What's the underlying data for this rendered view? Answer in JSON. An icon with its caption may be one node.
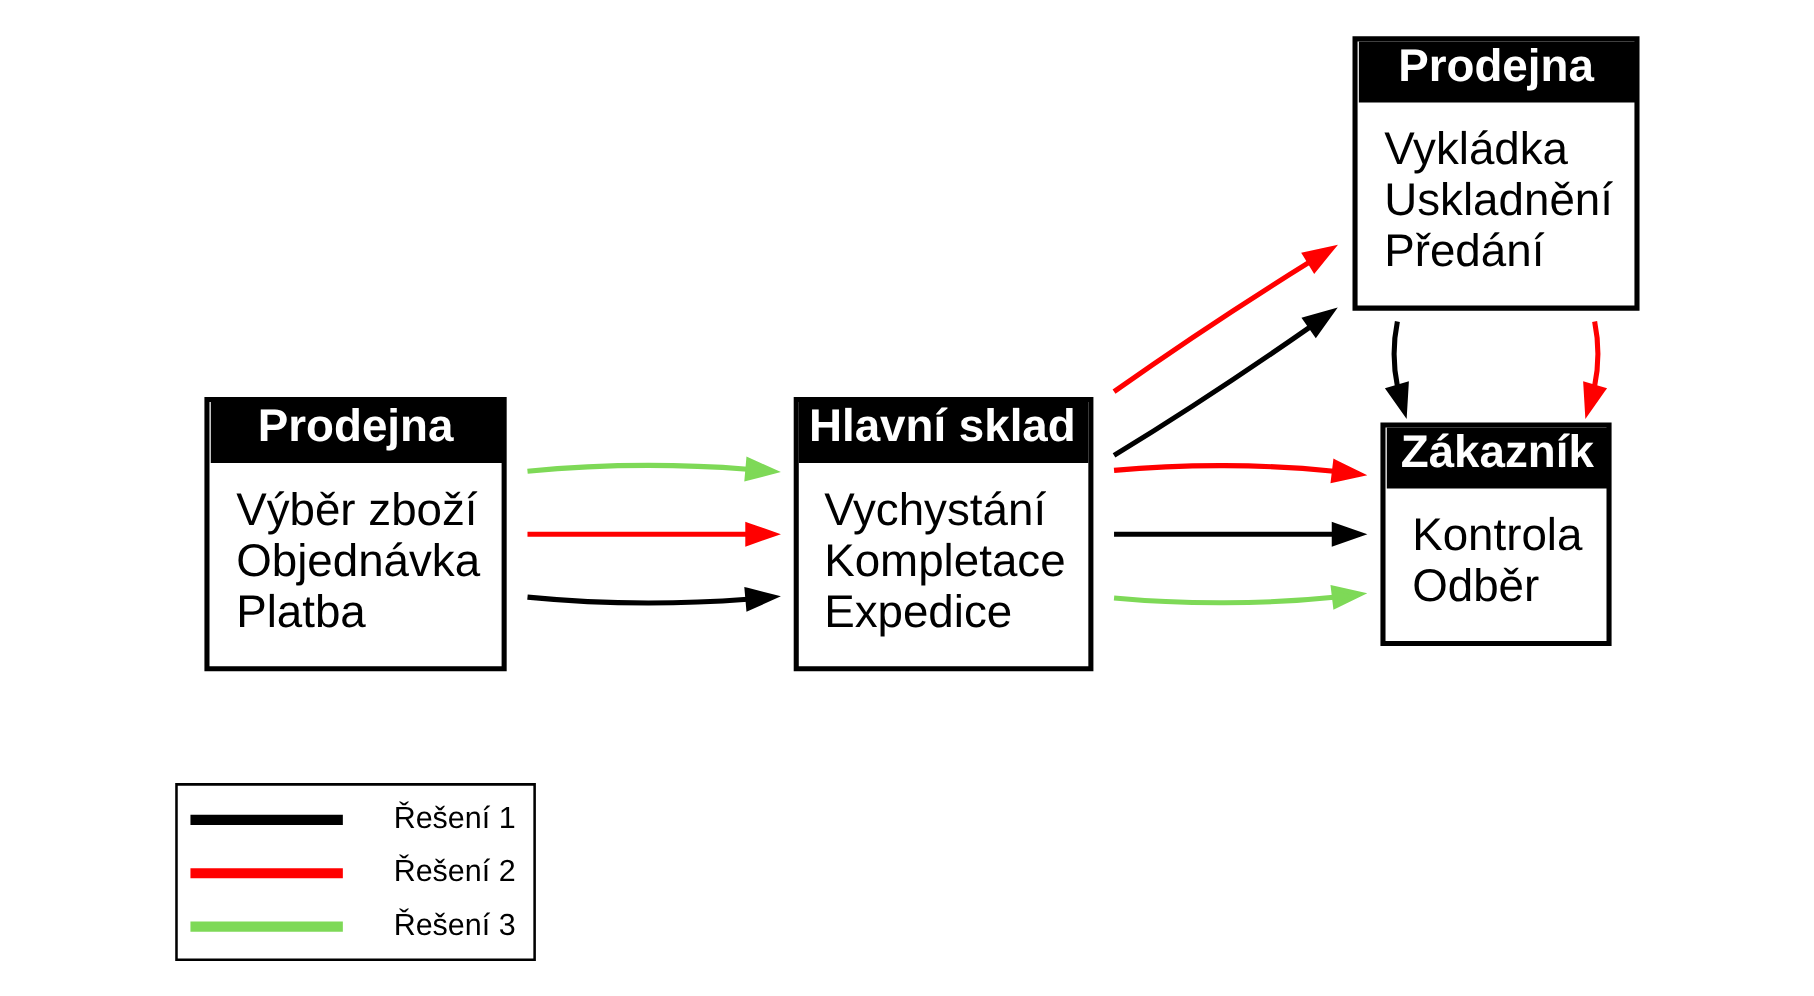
{
  "diagram": {
    "nodes": [
      {
        "text": [
          "Prodejna",
          "Výběr zboží",
          "Objednávka",
          "Platba"
        ]
      },
      {
        "text": [
          "Hlavní sklad",
          "Vychystání",
          "Kompletace",
          "Expedice"
        ]
      },
      {
        "text": [
          "Prodejna",
          "Vykládka",
          "Uskladnění",
          "Předání"
        ]
      },
      {
        "text": [
          "Zákazník",
          "Kontrola",
          "Odběr"
        ]
      }
    ],
    "edges": [
      {
        "from": 0,
        "to": 1,
        "arrow": "to"
      },
      {
        "from": 0,
        "to": 1,
        "arrow": "to",
        "color": "#ff0000"
      },
      {
        "from": 0,
        "to": 1,
        "arrow": "to",
        "color": "#7ed957"
      },
      {
        "from": 1,
        "to": 2,
        "arrow": "to"
      },
      {
        "from": 1,
        "to": 2,
        "arrow": "to",
        "color": "#ff0000"
      },
      {
        "from": 1,
        "to": 3,
        "arrow": "to",
        "color": "#7ed957"
      },
      {
        "from": 1,
        "to": 3,
        "arrow": "to"
      },
      {
        "from": 1,
        "to": 3,
        "arrow": "to",
        "color": "#ff0000"
      },
      {
        "from": 2,
        "to": 3,
        "arrow": "to",
        "color": "#ff0000"
      },
      {
        "from": 2,
        "to": 3,
        "arrow": "to"
      }
    ],
    "legend": [
      {
        "text": "Řešení 1"
      },
      {
        "text": "Řešení 2"
      },
      {
        "text": "Řešení 3"
      }
    ]
  }
}
